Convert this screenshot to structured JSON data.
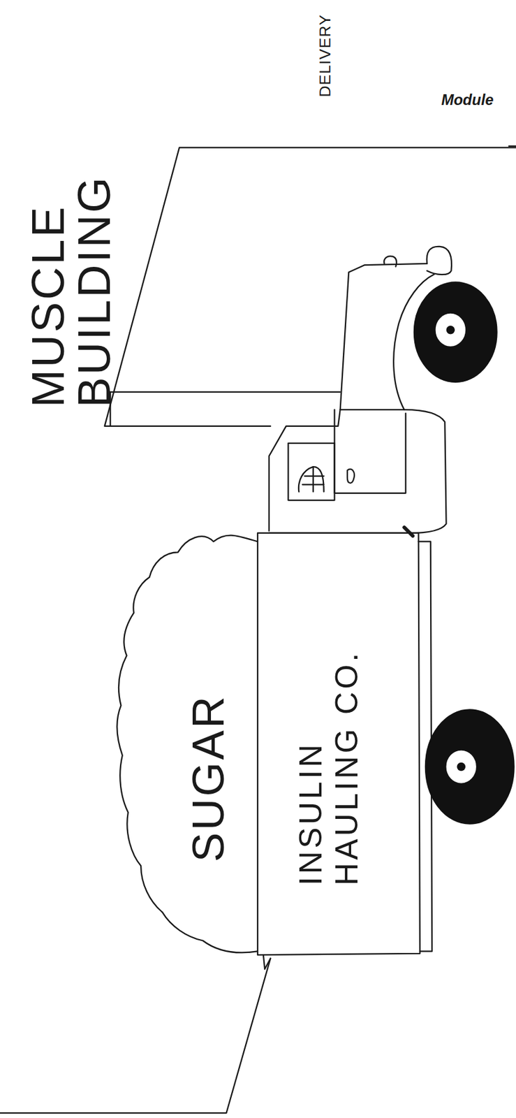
{
  "diagram": {
    "nodes": [
      {
        "text": [
          "MUSCLE BUILDING"
        ]
      },
      {
        "text": [
          "SUGAR"
        ]
      },
      {
        "text": [
          "INSULIN HAULING CO."
        ]
      }
    ],
    "labels": [
      "DELIVERY",
      "Module"
    ]
  }
}
